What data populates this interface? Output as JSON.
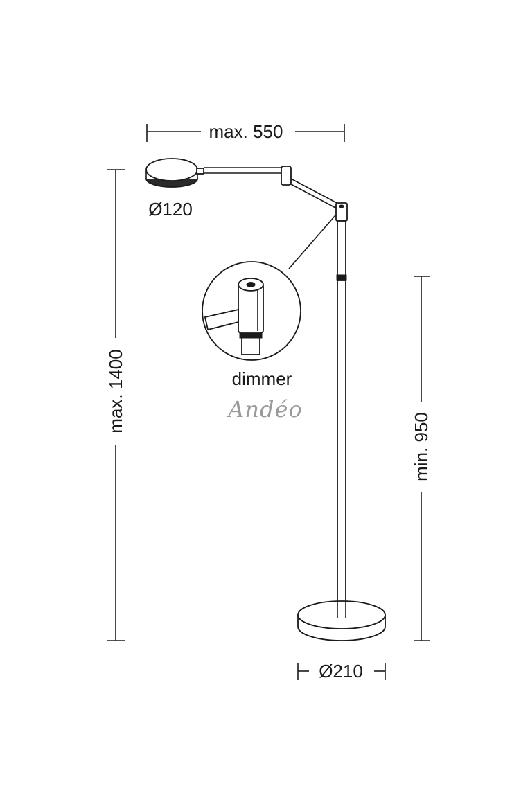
{
  "dimensions": {
    "reach": "max. 550",
    "head_diameter": "Ø120",
    "height_max": "max. 1400",
    "height_min": "min. 950",
    "base_diameter": "Ø210"
  },
  "callout": {
    "label": "dimmer"
  },
  "brand": {
    "name": "Andéo"
  },
  "colors": {
    "line": "#1a1a1a",
    "watermark": "#9a9a9a",
    "background": "#ffffff"
  }
}
